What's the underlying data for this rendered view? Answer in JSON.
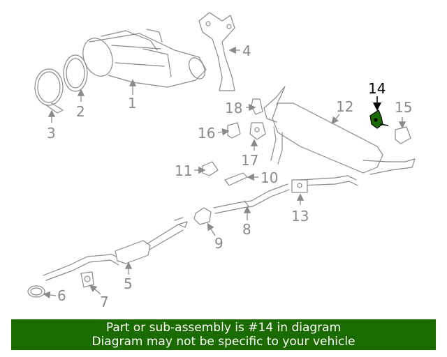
{
  "diagram": {
    "highlight_color": "#1a6b00",
    "highlighted_part": "14",
    "callouts": [
      "1",
      "2",
      "3",
      "4",
      "5",
      "6",
      "7",
      "8",
      "9",
      "10",
      "11",
      "12",
      "13",
      "14",
      "15",
      "16",
      "17",
      "18"
    ]
  },
  "banner": {
    "line1": "Part or sub-assembly is #14 in diagram",
    "line2": "Diagram may not be specific to your vehicle",
    "background": "#1a6b00"
  }
}
